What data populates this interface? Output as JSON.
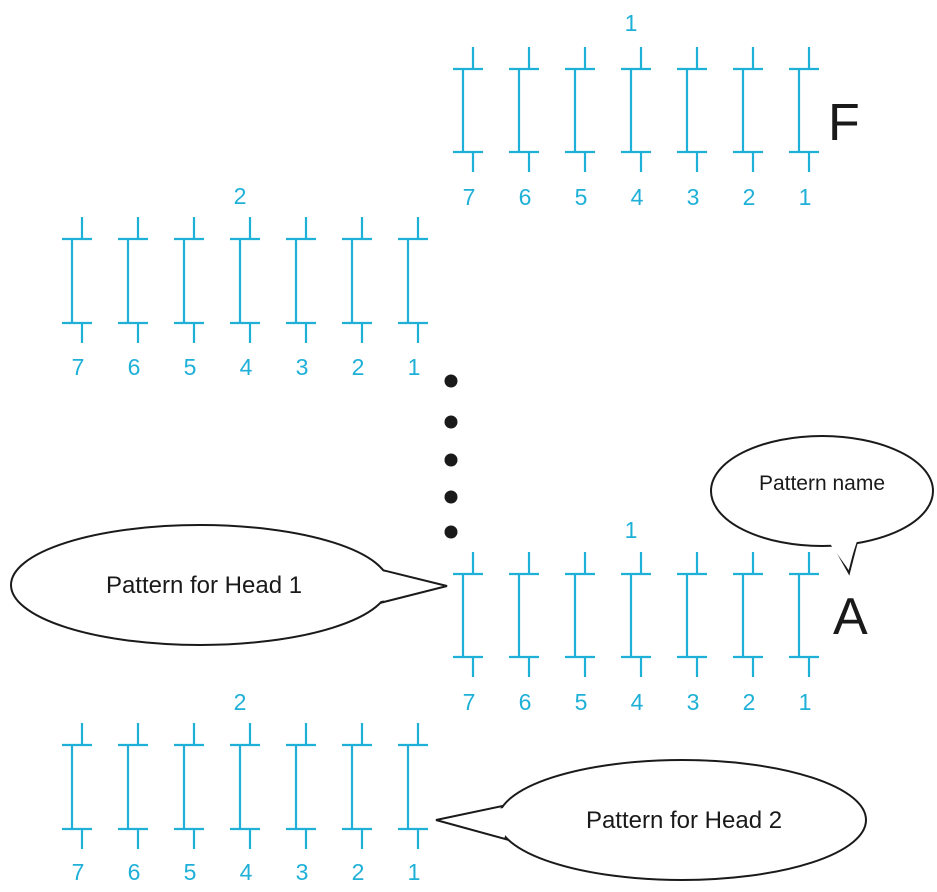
{
  "patterns": [
    {
      "id": "f-head1",
      "name": "F",
      "top_label": "1",
      "nozzles": [
        "7",
        "6",
        "5",
        "4",
        "3",
        "2",
        "1"
      ]
    },
    {
      "id": "f-head2",
      "name": "",
      "top_label": "2",
      "nozzles": [
        "7",
        "6",
        "5",
        "4",
        "3",
        "2",
        "1"
      ]
    },
    {
      "id": "a-head1",
      "name": "A",
      "top_label": "1",
      "nozzles": [
        "7",
        "6",
        "5",
        "4",
        "3",
        "2",
        "1"
      ]
    },
    {
      "id": "a-head2",
      "name": "",
      "top_label": "2",
      "nozzles": [
        "7",
        "6",
        "5",
        "4",
        "3",
        "2",
        "1"
      ]
    }
  ],
  "callouts": {
    "pattern_name": "Pattern name",
    "head1": "Pattern for Head 1",
    "head2": "Pattern for Head 2"
  },
  "colors": {
    "pattern": "#1fb0d8",
    "text": "#1a1a1a"
  }
}
